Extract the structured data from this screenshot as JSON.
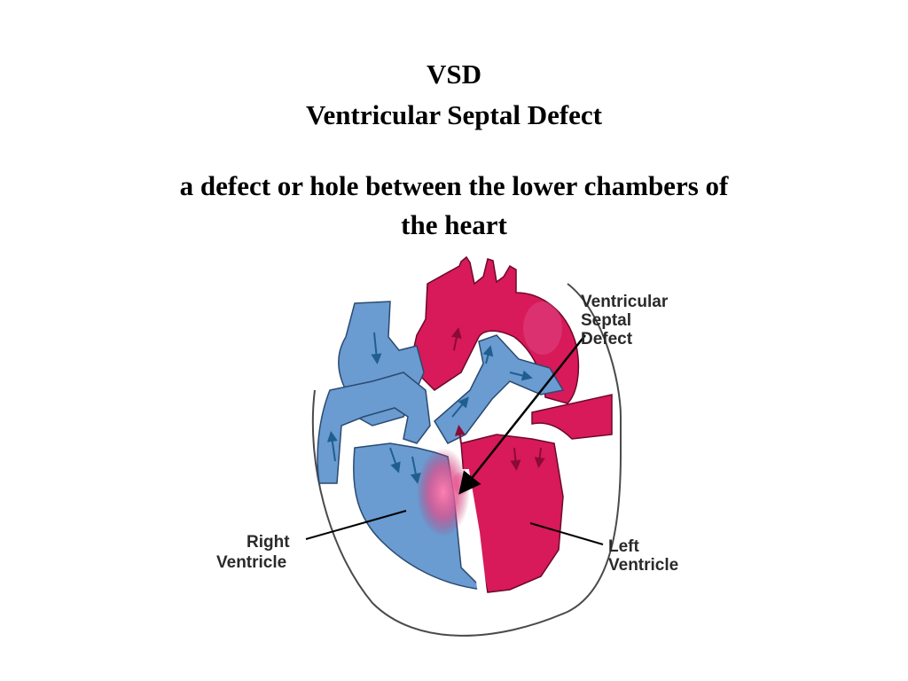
{
  "slide": {
    "title": "VSD",
    "subtitle": "Ventricular Septal Defect",
    "description_line1": "a defect or hole between the lower chambers of",
    "description_line2": "the heart"
  },
  "diagram": {
    "labels": {
      "vsd_line1": "Ventricular",
      "vsd_line2": "Septal",
      "vsd_line3": "Defect",
      "right_line1": "Right",
      "right_line2": "Ventricle",
      "left_line1": "Left",
      "left_line2": "Ventricle"
    },
    "colors": {
      "deoxygenated_blood": "#6a9bd1",
      "oxygenated_blood": "#d8195a",
      "mixing_region": "#e0508c",
      "flow_arrow_blue": "#1f5f8f",
      "flow_arrow_red": "#8a0b35",
      "outline": "#4a4a4a"
    }
  }
}
